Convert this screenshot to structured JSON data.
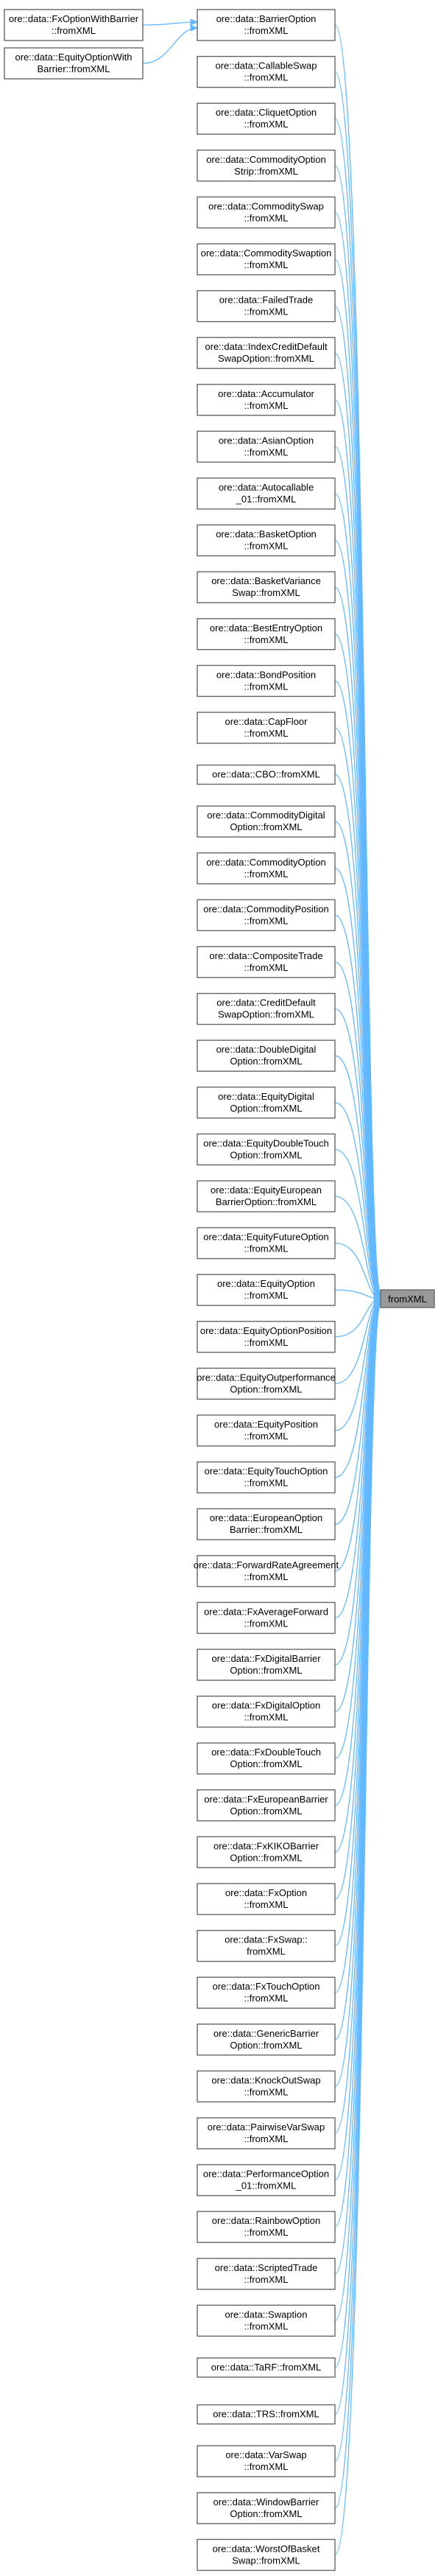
{
  "target": {
    "label": "fromXML"
  },
  "nodes": [
    {
      "id": "n0",
      "lines": [
        "ore::data::BarrierOption",
        "::fromXML"
      ]
    },
    {
      "id": "n1",
      "lines": [
        "ore::data::CallableSwap",
        "::fromXML"
      ]
    },
    {
      "id": "n2",
      "lines": [
        "ore::data::CliquetOption",
        "::fromXML"
      ]
    },
    {
      "id": "n3",
      "lines": [
        "ore::data::CommodityOption",
        "Strip::fromXML"
      ]
    },
    {
      "id": "n4",
      "lines": [
        "ore::data::CommoditySwap",
        "::fromXML"
      ]
    },
    {
      "id": "n5",
      "lines": [
        "ore::data::CommoditySwaption",
        "::fromXML"
      ]
    },
    {
      "id": "n6",
      "lines": [
        "ore::data::FailedTrade",
        "::fromXML"
      ]
    },
    {
      "id": "n7",
      "lines": [
        "ore::data::IndexCreditDefault",
        "SwapOption::fromXML"
      ]
    },
    {
      "id": "n8",
      "lines": [
        "ore::data::Accumulator",
        "::fromXML"
      ]
    },
    {
      "id": "n9",
      "lines": [
        "ore::data::AsianOption",
        "::fromXML"
      ]
    },
    {
      "id": "n10",
      "lines": [
        "ore::data::Autocallable",
        "_01::fromXML"
      ]
    },
    {
      "id": "n11",
      "lines": [
        "ore::data::BasketOption",
        "::fromXML"
      ]
    },
    {
      "id": "n12",
      "lines": [
        "ore::data::BasketVariance",
        "Swap::fromXML"
      ]
    },
    {
      "id": "n13",
      "lines": [
        "ore::data::BestEntryOption",
        "::fromXML"
      ]
    },
    {
      "id": "n14",
      "lines": [
        "ore::data::BondPosition",
        "::fromXML"
      ]
    },
    {
      "id": "n15",
      "lines": [
        "ore::data::CapFloor",
        "::fromXML"
      ]
    },
    {
      "id": "n16",
      "lines": [
        "ore::data::CBO::fromXML"
      ]
    },
    {
      "id": "n17",
      "lines": [
        "ore::data::CommodityDigital",
        "Option::fromXML"
      ]
    },
    {
      "id": "n18",
      "lines": [
        "ore::data::CommodityOption",
        "::fromXML"
      ]
    },
    {
      "id": "n19",
      "lines": [
        "ore::data::CommodityPosition",
        "::fromXML"
      ]
    },
    {
      "id": "n20",
      "lines": [
        "ore::data::CompositeTrade",
        "::fromXML"
      ]
    },
    {
      "id": "n21",
      "lines": [
        "ore::data::CreditDefault",
        "SwapOption::fromXML"
      ]
    },
    {
      "id": "n22",
      "lines": [
        "ore::data::DoubleDigital",
        "Option::fromXML"
      ]
    },
    {
      "id": "n23",
      "lines": [
        "ore::data::EquityDigital",
        "Option::fromXML"
      ]
    },
    {
      "id": "n24",
      "lines": [
        "ore::data::EquityDoubleTouch",
        "Option::fromXML"
      ]
    },
    {
      "id": "n25",
      "lines": [
        "ore::data::EquityEuropean",
        "BarrierOption::fromXML"
      ]
    },
    {
      "id": "n26",
      "lines": [
        "ore::data::EquityFutureOption",
        "::fromXML"
      ]
    },
    {
      "id": "n27",
      "lines": [
        "ore::data::EquityOption",
        "::fromXML"
      ]
    },
    {
      "id": "n28",
      "lines": [
        "ore::data::EquityOptionPosition",
        "::fromXML"
      ]
    },
    {
      "id": "n29",
      "lines": [
        "ore::data::EquityOutperformance",
        "Option::fromXML"
      ]
    },
    {
      "id": "n30",
      "lines": [
        "ore::data::EquityPosition",
        "::fromXML"
      ]
    },
    {
      "id": "n31",
      "lines": [
        "ore::data::EquityTouchOption",
        "::fromXML"
      ]
    },
    {
      "id": "n32",
      "lines": [
        "ore::data::EuropeanOption",
        "Barrier::fromXML"
      ]
    },
    {
      "id": "n33",
      "lines": [
        "ore::data::ForwardRateAgreement",
        "::fromXML"
      ]
    },
    {
      "id": "n34",
      "lines": [
        "ore::data::FxAverageForward",
        "::fromXML"
      ]
    },
    {
      "id": "n35",
      "lines": [
        "ore::data::FxDigitalBarrier",
        "Option::fromXML"
      ]
    },
    {
      "id": "n36",
      "lines": [
        "ore::data::FxDigitalOption",
        "::fromXML"
      ]
    },
    {
      "id": "n37",
      "lines": [
        "ore::data::FxDoubleTouch",
        "Option::fromXML"
      ]
    },
    {
      "id": "n38",
      "lines": [
        "ore::data::FxEuropeanBarrier",
        "Option::fromXML"
      ]
    },
    {
      "id": "n39",
      "lines": [
        "ore::data::FxKIKOBarrier",
        "Option::fromXML"
      ]
    },
    {
      "id": "n40",
      "lines": [
        "ore::data::FxOption",
        "::fromXML"
      ]
    },
    {
      "id": "n41",
      "lines": [
        "ore::data::FxSwap::",
        "fromXML"
      ]
    },
    {
      "id": "n42",
      "lines": [
        "ore::data::FxTouchOption",
        "::fromXML"
      ]
    },
    {
      "id": "n43",
      "lines": [
        "ore::data::GenericBarrier",
        "Option::fromXML"
      ]
    },
    {
      "id": "n44",
      "lines": [
        "ore::data::KnockOutSwap",
        "::fromXML"
      ]
    },
    {
      "id": "n45",
      "lines": [
        "ore::data::PairwiseVarSwap",
        "::fromXML"
      ]
    },
    {
      "id": "n46",
      "lines": [
        "ore::data::PerformanceOption",
        "_01::fromXML"
      ]
    },
    {
      "id": "n47",
      "lines": [
        "ore::data::RainbowOption",
        "::fromXML"
      ]
    },
    {
      "id": "n48",
      "lines": [
        "ore::data::ScriptedTrade",
        "::fromXML"
      ]
    },
    {
      "id": "n49",
      "lines": [
        "ore::data::Swaption",
        "::fromXML"
      ]
    },
    {
      "id": "n50",
      "lines": [
        "ore::data::TaRF::fromXML"
      ]
    },
    {
      "id": "n51",
      "lines": [
        "ore::data::TRS::fromXML"
      ]
    },
    {
      "id": "n52",
      "lines": [
        "ore::data::VarSwap",
        "::fromXML"
      ]
    },
    {
      "id": "n53",
      "lines": [
        "ore::data::WindowBarrier",
        "Option::fromXML"
      ]
    },
    {
      "id": "n54",
      "lines": [
        "ore::data::WorstOfBasket",
        "Swap::fromXML"
      ]
    }
  ],
  "derived": [
    {
      "id": "d0",
      "lines": [
        "ore::data::FxOptionWithBarrier",
        "::fromXML"
      ],
      "parent": "n0"
    },
    {
      "id": "d1",
      "lines": [
        "ore::data::EquityOptionWith",
        "Barrier::fromXML"
      ],
      "parent": "n0"
    }
  ]
}
